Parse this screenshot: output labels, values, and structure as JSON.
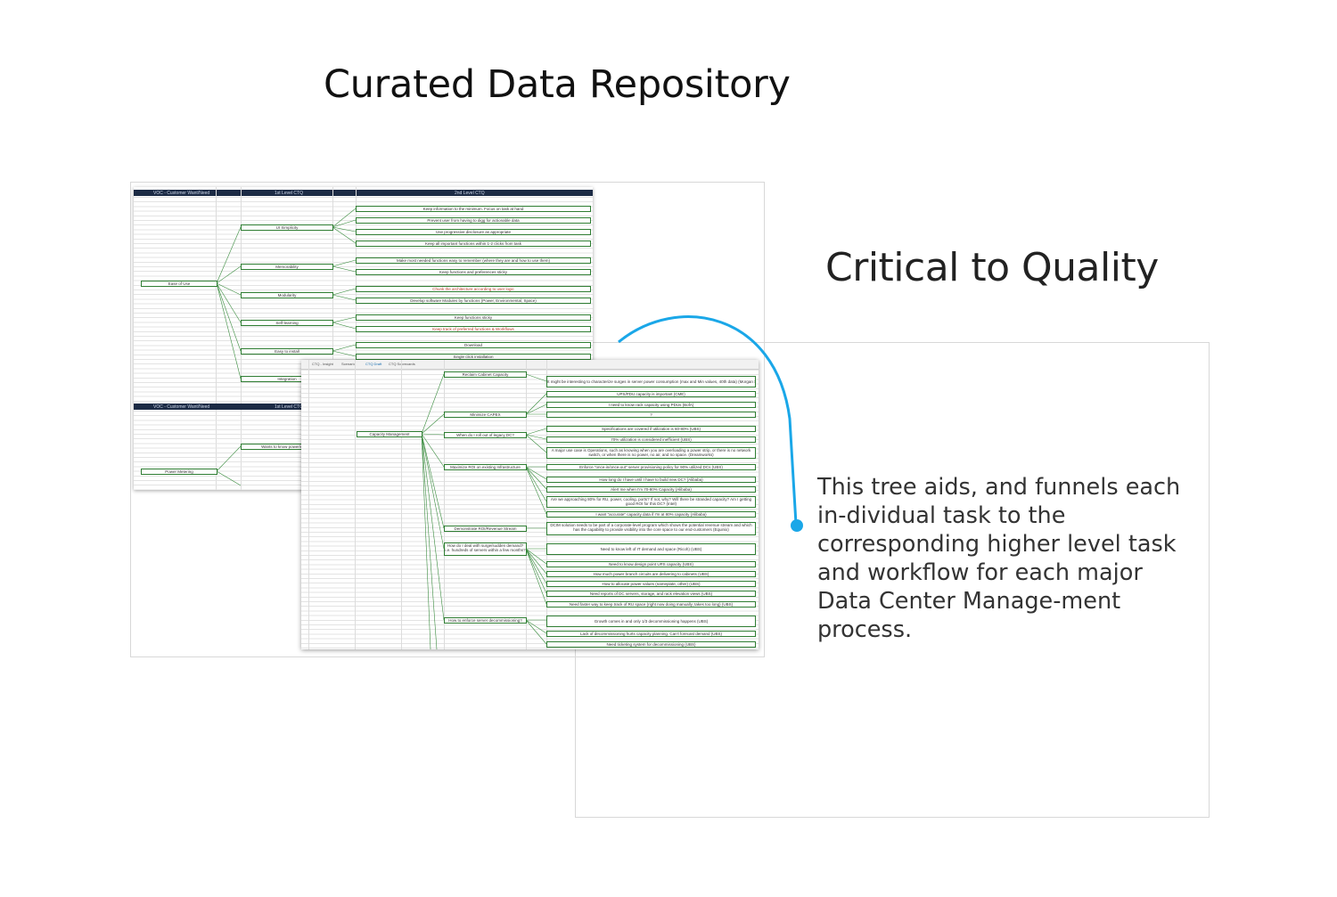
{
  "page_title": "Curated Data Repository",
  "section_heading": "Critical to Quality",
  "description": "This tree aids, and funnels each in-dividual task to the corresponding higher level task and workflow for each major Data Center Manage-ment process.",
  "colors": {
    "accent": "#1aa7e8",
    "header_bar": "#1c2b45",
    "box_border": "#2e7d32"
  },
  "sheet1": {
    "header_1": {
      "col_a": "VOC - Customer Want/Need",
      "col_b": "1st Level CTQ",
      "col_c": "2nd Level CTQ"
    },
    "header_2": {
      "col_a": "VOC - Customer Want/Need",
      "col_b": "1st Level CTQ"
    },
    "root_1": "Ease of Use",
    "level1": [
      "UI Simplicity",
      "Memorability",
      "Modularity",
      "Self-learning",
      "Easy to install",
      "Integration"
    ],
    "level2": [
      "Keep information to the minimum. Focus on task at hand",
      "Prevent user from having to digg for actionable data",
      "Use progressive disclosure as appropriate",
      "Keep all important functions within 1-2 clicks from task",
      "Make most needed functions easy to remember (where they are and how to use them)",
      "Keep functions and preferences sticky",
      "Chunk the architecture according to user logic",
      "Develop software Modules by functions (Power, Environmental, Space)",
      "Keep functions sticky",
      "Keep track of preferred functions & Workflows",
      "Download",
      "Single click installation"
    ],
    "root_2": "Power Metering",
    "root_2_child": "Wants to know power/energy"
  },
  "sheet2": {
    "tabs": [
      "CTQ - Insight",
      "Scenario",
      "CTQ Draft",
      "CTQ Scorecards"
    ],
    "root": "Capacity Management",
    "level1": [
      "Reclaim Cabinet Capacity",
      "Minimize CAPEX",
      "When do I roll out of legacy DC?",
      "Maximize ROI on existing Infrastructure",
      "Demonstrate ROI/Revenue Stream",
      "How do I deal with surge/sudden demand? i.e. hundreds of servers within a few months?",
      "How to enforce server decommissioning?"
    ],
    "level2": [
      "It might be interesting to characterize surges in server power consumption (max and Min values, 40th data) (Morgan Stanley)",
      "UPS/PDU capacity is important (CME)",
      "I need to know rack capacity using PDUs (BofA)",
      "?",
      "Specifications are covered if utilization is 60-80% (UBS)",
      "70% utilization is considered inefficient (UBS)",
      "A major use case is Operations, such as knowing when you are overloading a power strip, or there is no network switch, or when there is no power, no air, and no space. (Dreamworks)",
      "Enforce \"once-in/once-out\" server provisioning policy for 90% utilized DCs (UBS)",
      "How long do I have until I have to build new DC? (Alibaba)",
      "Alert me when I'm 70-80% Capacity (Alibaba)",
      "Are we approaching 80% for RU, power, cooling, ports? If not, why? Will there be stranded capacity? Am I getting good ROI for this DC? (Intel)",
      "I want \"accurate\" capacity data if I'm at 80% capacity (Alibaba)",
      "DCIM solution needs to be part of a corporate-level program which shows the potential revenue stream and which has the capability to provide visibility into the core space to our end-customers (Equinix)",
      "Need to know left of IT demand and space (Ricoh) (UBS)",
      "Need to know design point UPS capacity (UBS)",
      "How much power branch circuits are delivering to cabinets (UBS)",
      "How to allocate power values (nameplate, other) (UBS)",
      "Need reports of DC servers, storage, and rack elevation views (UBS)",
      "Need faster way to keep track of RU space (right now doing manually, takes too long) (UBS)",
      "Growth comes in and only 1/3 decommissioning happens (UBS)",
      "Lack of decommissioning hurts capacity planning. Can't forecast demand (UBS)",
      "Need ticketing system for decommissioning (UBS)"
    ]
  }
}
